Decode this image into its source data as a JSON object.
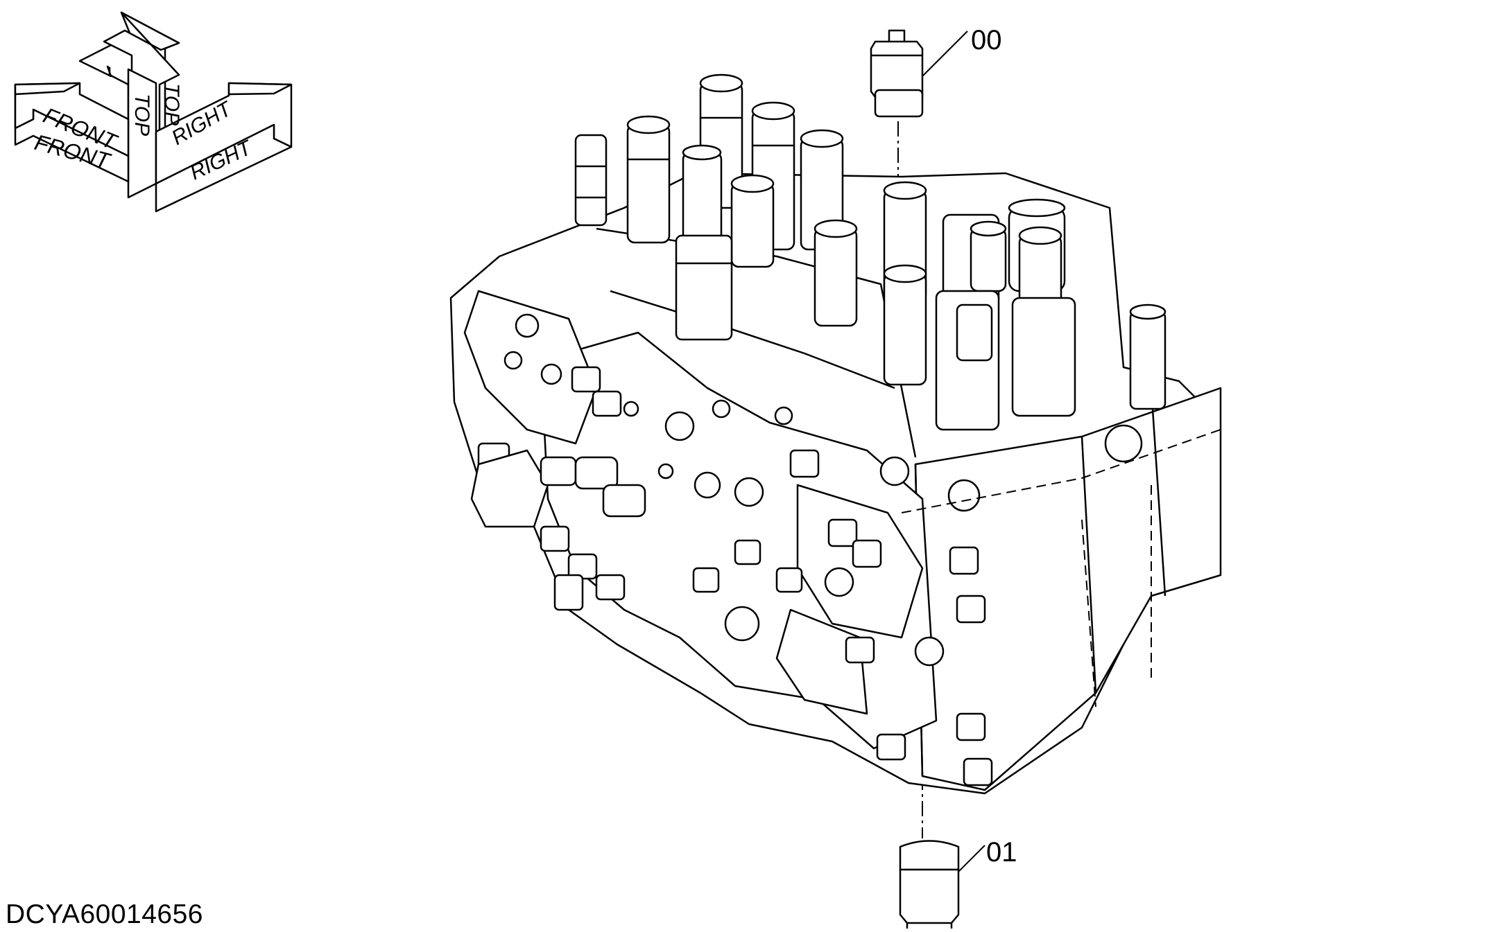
{
  "orientation": {
    "front_label": "FRONT",
    "top_label": "TOP",
    "right_label": "RIGHT"
  },
  "callouts": {
    "c00": "00",
    "c01": "01"
  },
  "document_id": "DCYA60014656",
  "colors": {
    "line": "#000000",
    "background": "#ffffff"
  }
}
